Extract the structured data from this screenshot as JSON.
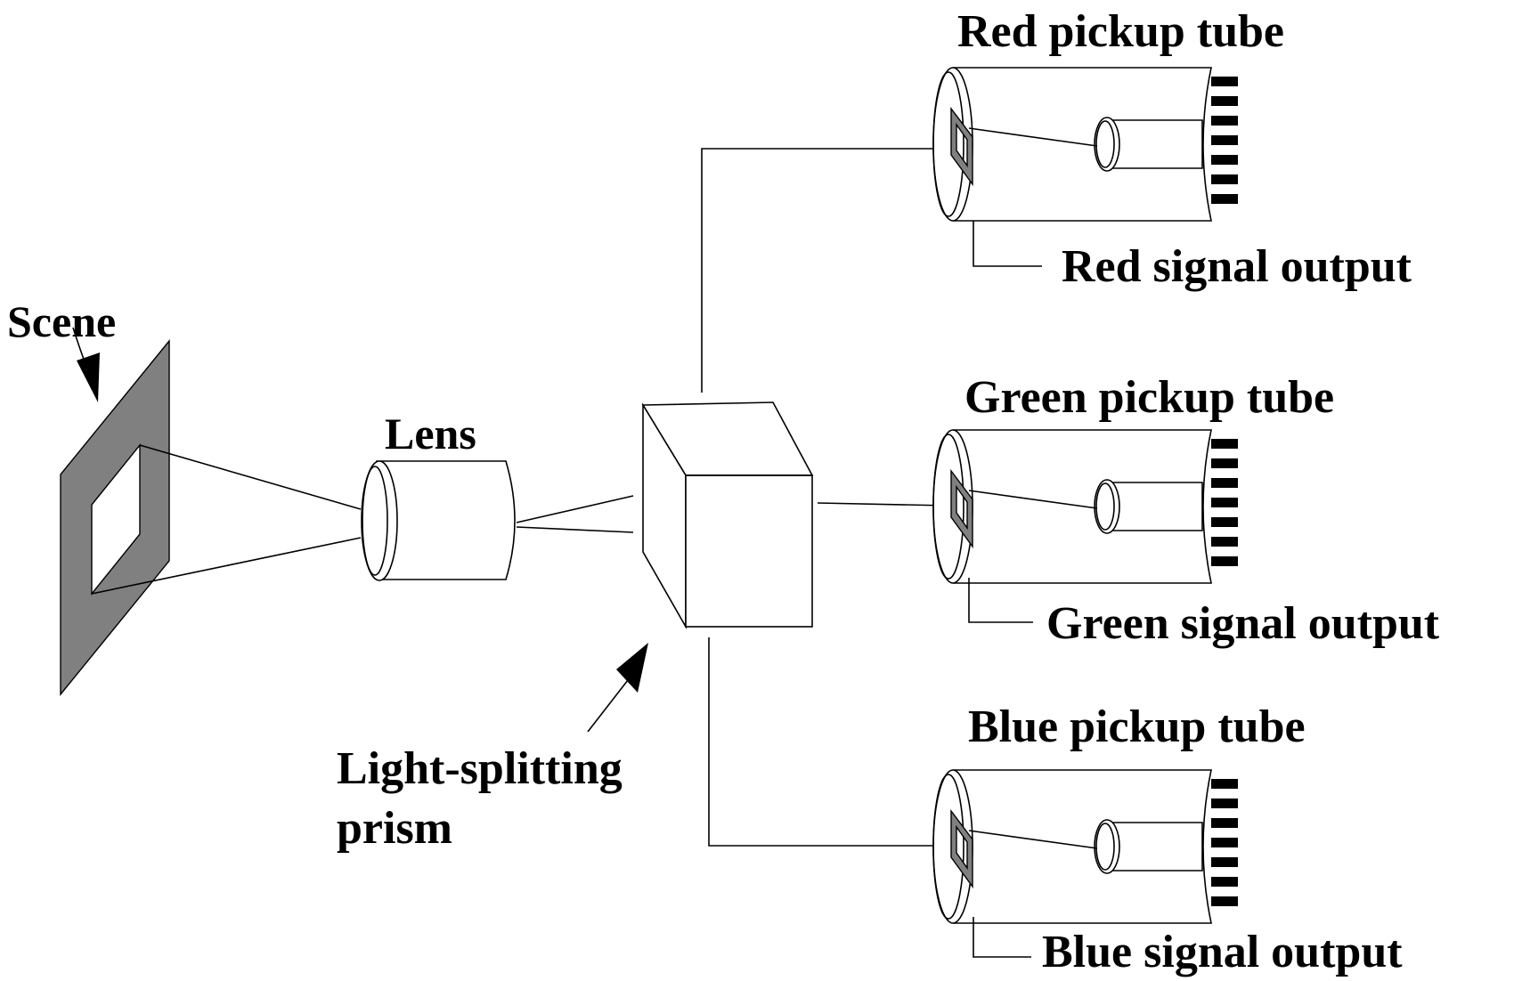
{
  "labels": {
    "scene": "Scene",
    "lens": "Lens",
    "prism_line1": "Light-splitting",
    "prism_line2": "prism",
    "red_tube": "Red pickup tube",
    "red_output": "Red signal output",
    "green_tube": "Green pickup tube",
    "green_output": "Green signal output",
    "blue_tube": "Blue pickup tube",
    "blue_output": "Blue signal output"
  },
  "colors": {
    "stroke": "#000000",
    "scene_frame": "#808080",
    "target": "#808080",
    "background": "#ffffff"
  }
}
